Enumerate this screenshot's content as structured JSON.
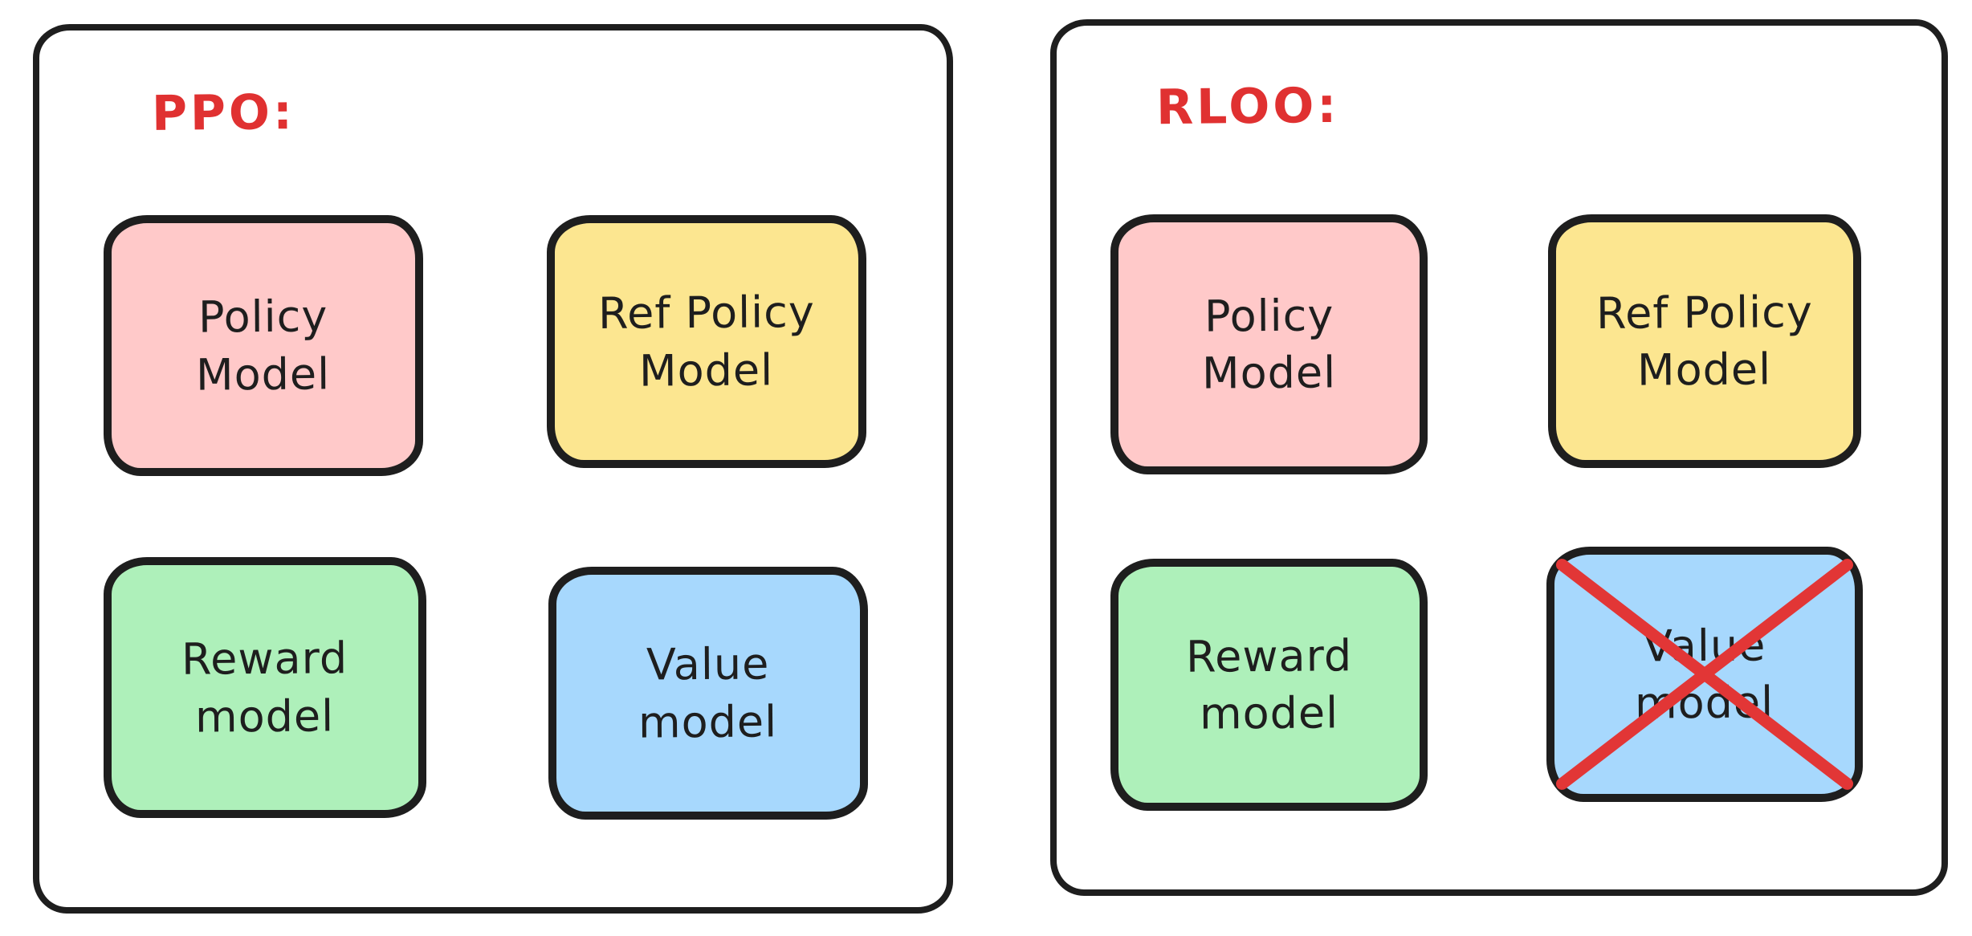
{
  "colors": {
    "stroke": "#1e1e1e",
    "title": "#e03131",
    "cross": "#e23636",
    "canvas_bg": "#ffffff"
  },
  "panels": [
    {
      "id": "ppo",
      "label": "PPO:",
      "boxes": [
        {
          "name": "policy-model",
          "label": "Policy Model",
          "line1": "Policy",
          "line2": "Model",
          "fill": "#ffc9c9",
          "crossed": false
        },
        {
          "name": "ref-policy-model",
          "label": "Ref Policy Model",
          "line1": "Ref Policy",
          "line2": "Model",
          "fill": "#fce690",
          "crossed": false
        },
        {
          "name": "reward-model",
          "label": "Reward model",
          "line1": "Reward",
          "line2": "model",
          "fill": "#aef0ba",
          "crossed": false
        },
        {
          "name": "value-model",
          "label": "Value model",
          "line1": "Value",
          "line2": "model",
          "fill": "#a7d8fd",
          "crossed": false
        }
      ]
    },
    {
      "id": "rloo",
      "label": "RLOO:",
      "boxes": [
        {
          "name": "policy-model",
          "label": "Policy Model",
          "line1": "Policy",
          "line2": "Model",
          "fill": "#ffc9c9",
          "crossed": false
        },
        {
          "name": "ref-policy-model",
          "label": "Ref Policy Model",
          "line1": "Ref Policy",
          "line2": "Model",
          "fill": "#fce690",
          "crossed": false
        },
        {
          "name": "reward-model",
          "label": "Reward model",
          "line1": "Reward",
          "line2": "model",
          "fill": "#aef0ba",
          "crossed": false
        },
        {
          "name": "value-model",
          "label": "Value model",
          "line1": "Value",
          "line2": "model",
          "fill": "#a7d8fd",
          "crossed": true
        }
      ]
    }
  ]
}
